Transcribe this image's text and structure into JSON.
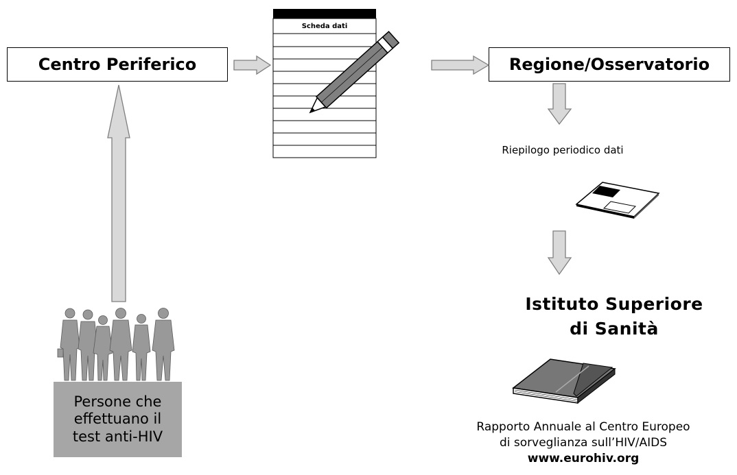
{
  "centro": {
    "label": "Centro Periferico"
  },
  "regione": {
    "label": "Regione/Osservatorio"
  },
  "scheda": {
    "title": "Scheda dati"
  },
  "riepilogo": {
    "label": "Riepilogo periodico dati"
  },
  "iss": {
    "line1": "Istituto Superiore",
    "line2": "di Sanità"
  },
  "rapporto": {
    "line1": "Rapporto Annuale al Centro Europeo",
    "line2": "di sorveglianza sull’HIV/AIDS",
    "url": "www.eurohiv.org"
  },
  "persone": {
    "line1": "Persone che",
    "line2": "effettuano il",
    "line3": "test anti-HIV"
  },
  "colors": {
    "arrow_fill": "#d9d9d9",
    "arrow_stroke": "#7f7f7f",
    "people": "#999999",
    "label_bg": "#a6a6a6"
  },
  "icons": [
    "pencil-icon",
    "floppy-disk-icon",
    "book-icon",
    "people-silhouette-icon"
  ]
}
